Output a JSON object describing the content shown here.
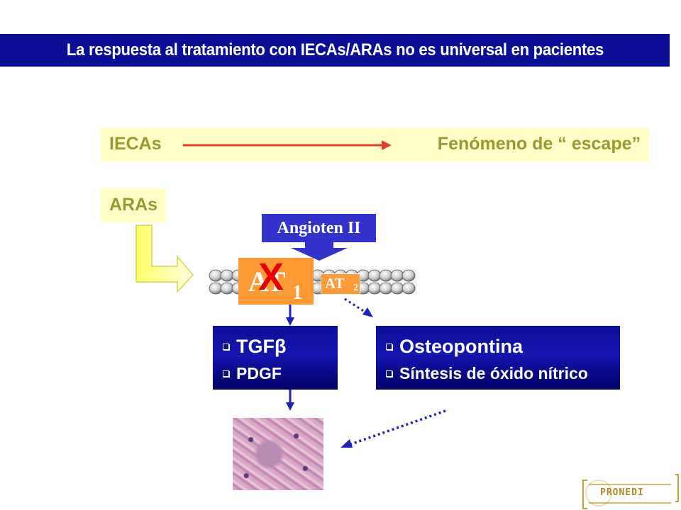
{
  "title": "La respuesta al tratamiento con IECAs/ARAs no es universal en pacientes",
  "iecas_label": "IECAs",
  "escape_label": "Fenómeno de “ escape”",
  "aras_label": "ARAs",
  "angiotensin_label": "Angioten II",
  "at1": {
    "text": "AT",
    "sub": "1",
    "blocked_mark": "X"
  },
  "at2": {
    "text": "AT",
    "sub": "2"
  },
  "left_box": {
    "items": [
      "TGFβ",
      "PDGF"
    ]
  },
  "right_box": {
    "items": [
      "Osteopontina",
      "Síntesis de óxido nítrico"
    ]
  },
  "logo_text": "PRONEDI",
  "colors": {
    "title_bg": "#0b0f96",
    "band_bg": "#ffffc6",
    "label_olive": "#999933",
    "receptor_orange": "#ff9933",
    "angiotensin_box": "#3333cc",
    "block_red": "#e60000",
    "arrow_orange_red": "#e43e2a"
  },
  "icons": [
    "membrane-graphic",
    "l-shaped-arrow",
    "down-arrow",
    "dotted-arrow",
    "histology-image"
  ]
}
